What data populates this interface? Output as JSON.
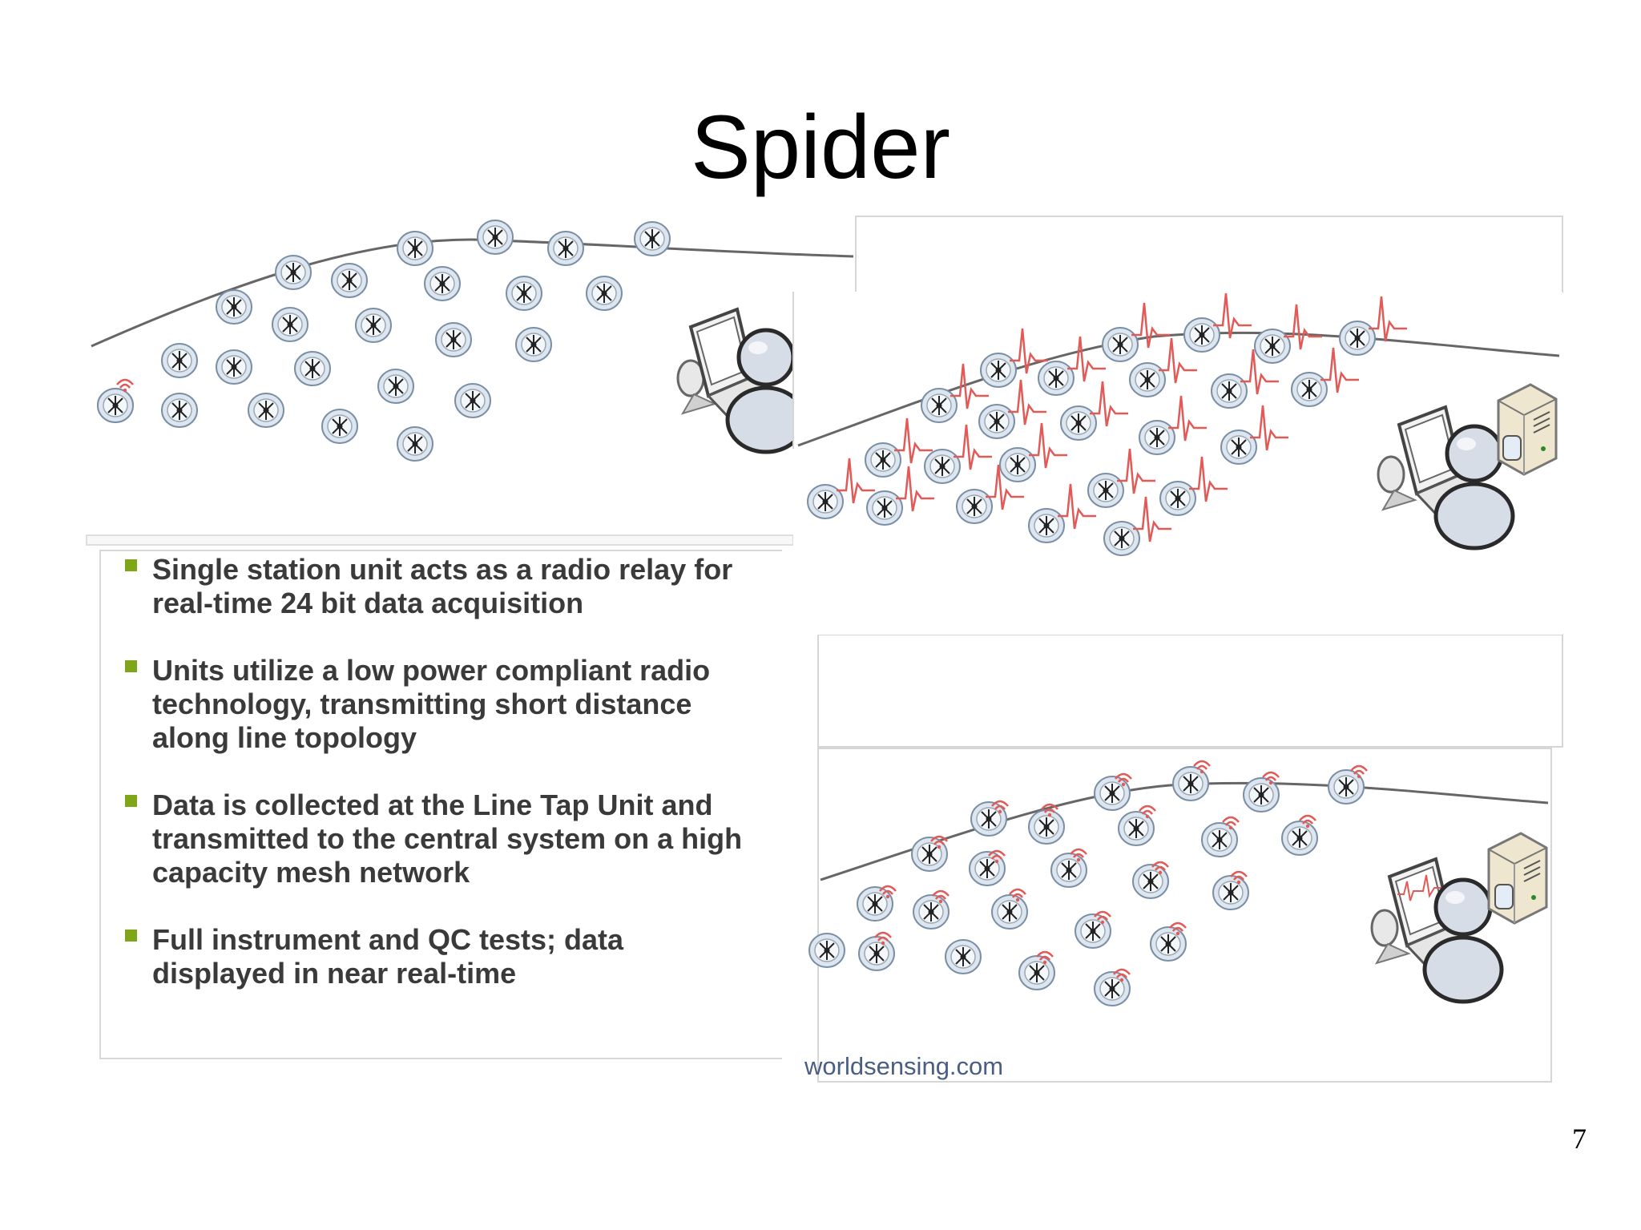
{
  "slide": {
    "title": "Spider",
    "page_number": "7"
  },
  "bullets": [
    {
      "line1": "Single station unit acts as a radio relay for",
      "line2": "real-time 24 bit data acquisition"
    },
    {
      "line1": "Units utilize a low power compliant  radio",
      "line2": "technology, transmitting short distance",
      "line3": "along line topology"
    },
    {
      "line1": "Data is collected at the Line Tap Unit and",
      "line2": "transmitted to the central system on a high",
      "line3": "capacity mesh network"
    },
    {
      "line1": "Full instrument and QC tests; data",
      "line2": "displayed in near real-time"
    }
  ],
  "branding": {
    "logo_text": "worldsensing.com"
  },
  "colors": {
    "bullet_marker": "#7fa617",
    "signal_wave": "#e25a57",
    "text": "#3a3a3a"
  },
  "diagrams": [
    {
      "name": "sensor-network-basic",
      "icons": "spider-sensor, laptop, operator"
    },
    {
      "name": "sensor-network-waveforms",
      "icons": "spider-sensor, seismic-wave, laptop, server"
    },
    {
      "name": "sensor-network-wireless",
      "icons": "spider-sensor, wifi-signal, laptop, server"
    }
  ]
}
